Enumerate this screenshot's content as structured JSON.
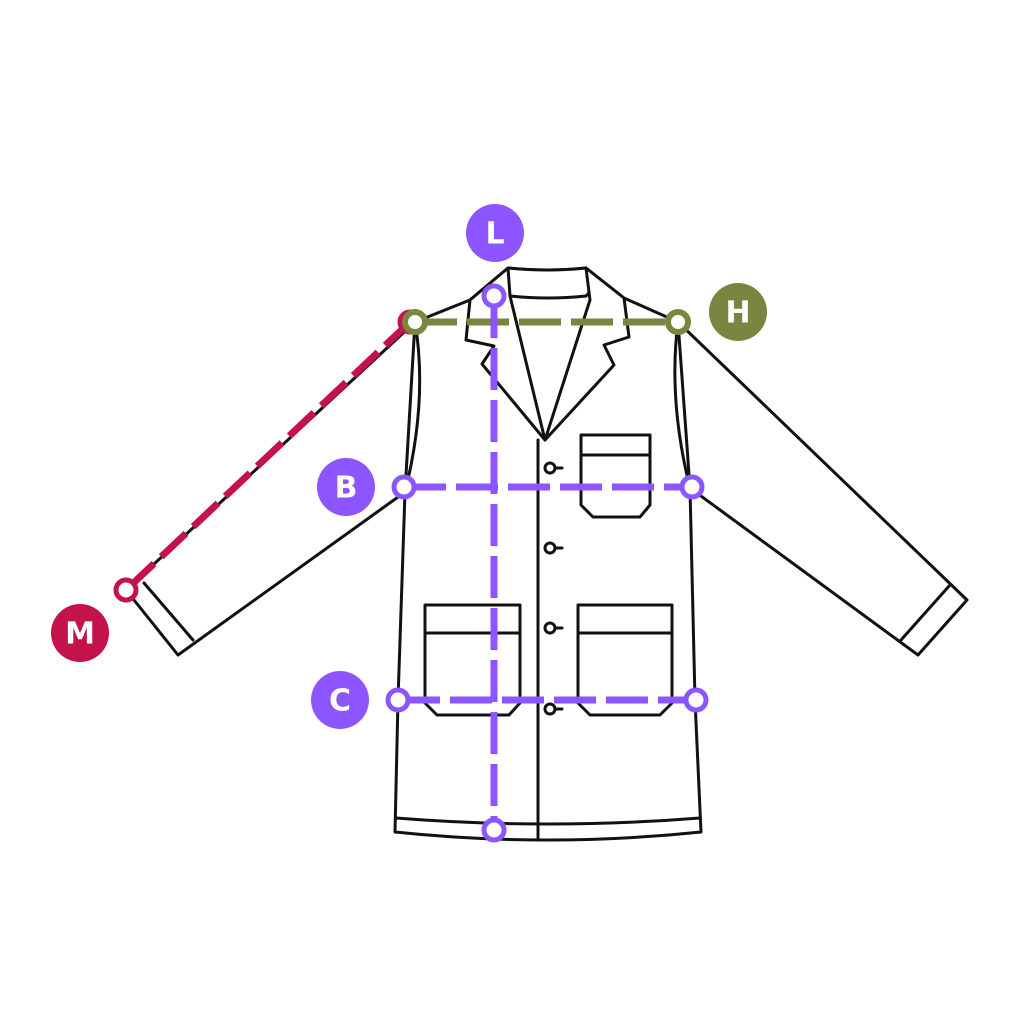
{
  "colors": {
    "length": "#8c55ff",
    "chest": "#8c55ff",
    "waist": "#8c55ff",
    "shoulder": "#7a8540",
    "sleeve": "#c4124a",
    "outline": "#111111"
  },
  "measurements": [
    {
      "key": "length",
      "label": "L"
    },
    {
      "key": "shoulder",
      "label": "H"
    },
    {
      "key": "chest",
      "label": "B"
    },
    {
      "key": "sleeve",
      "label": "M"
    },
    {
      "key": "waist",
      "label": "C"
    }
  ]
}
